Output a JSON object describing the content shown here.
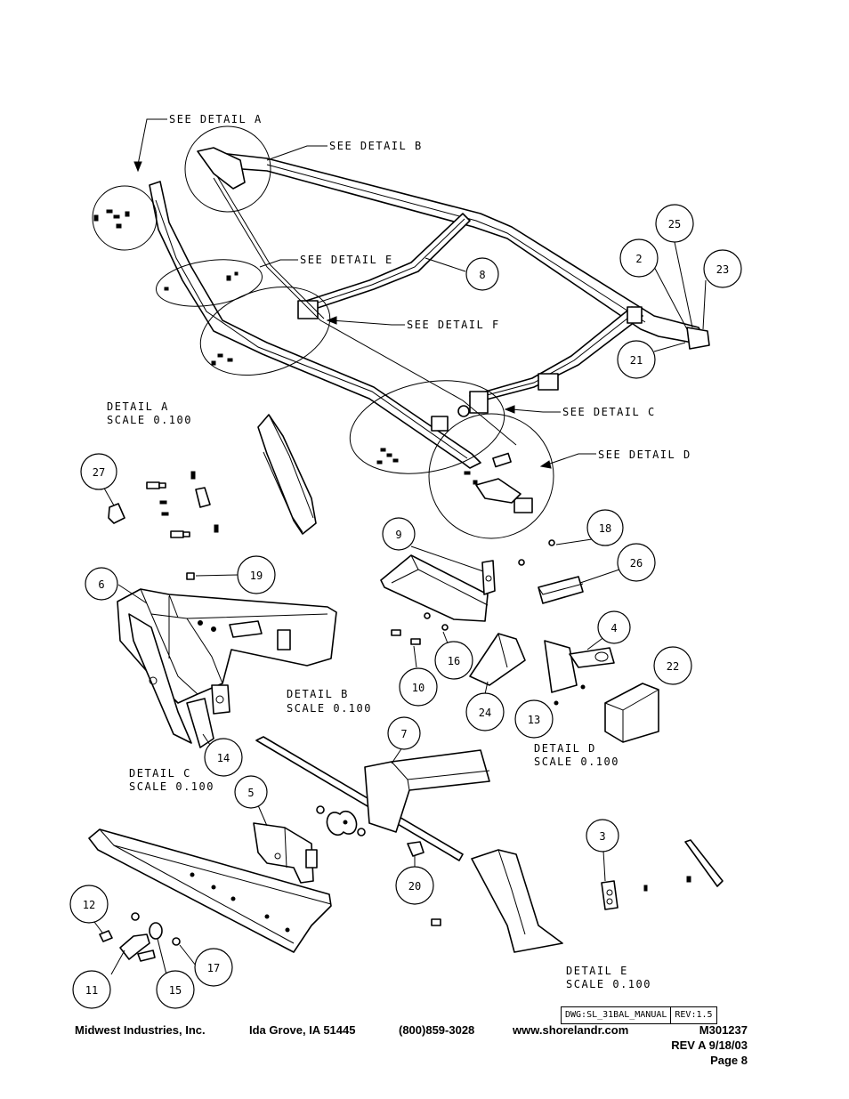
{
  "callouts": {
    "see_a": "SEE DETAIL  A",
    "see_b": "SEE DETAIL  B",
    "see_c": "SEE DETAIL  C",
    "see_d": "SEE DETAIL  D",
    "see_e": "SEE DETAIL  E",
    "see_f": "SEE DETAIL  F"
  },
  "details": {
    "a": {
      "title": "DETAIL  A",
      "scale": "SCALE  0.100"
    },
    "b": {
      "title": "DETAIL  B",
      "scale": "SCALE  0.100"
    },
    "c": {
      "title": "DETAIL  C",
      "scale": "SCALE  0.100"
    },
    "d": {
      "title": "DETAIL  D",
      "scale": "SCALE  0.100"
    },
    "e": {
      "title": "DETAIL  E",
      "scale": "SCALE  0.100"
    }
  },
  "balloons": {
    "b2": "2",
    "b3": "3",
    "b4": "4",
    "b5": "5",
    "b6": "6",
    "b7": "7",
    "b8": "8",
    "b9": "9",
    "b10": "10",
    "b11": "11",
    "b12": "12",
    "b13": "13",
    "b14": "14",
    "b15": "15",
    "b16": "16",
    "b17": "17",
    "b18": "18",
    "b19": "19",
    "b20": "20",
    "b21": "21",
    "b22": "22",
    "b23": "23",
    "b24": "24",
    "b25": "25",
    "b26": "26",
    "b27": "27"
  },
  "title_block": {
    "dwg": "DWG:SL_31BAL_MANUAL",
    "rev": "REV:1.5"
  },
  "footer": {
    "company": "Midwest Industries, Inc.",
    "address": "Ida Grove, IA  51445",
    "phone": "(800)859-3028",
    "website": "www.shorelandr.com",
    "doc_number": "M301237",
    "revision": "REV A  9/18/03",
    "page": "Page 8"
  }
}
